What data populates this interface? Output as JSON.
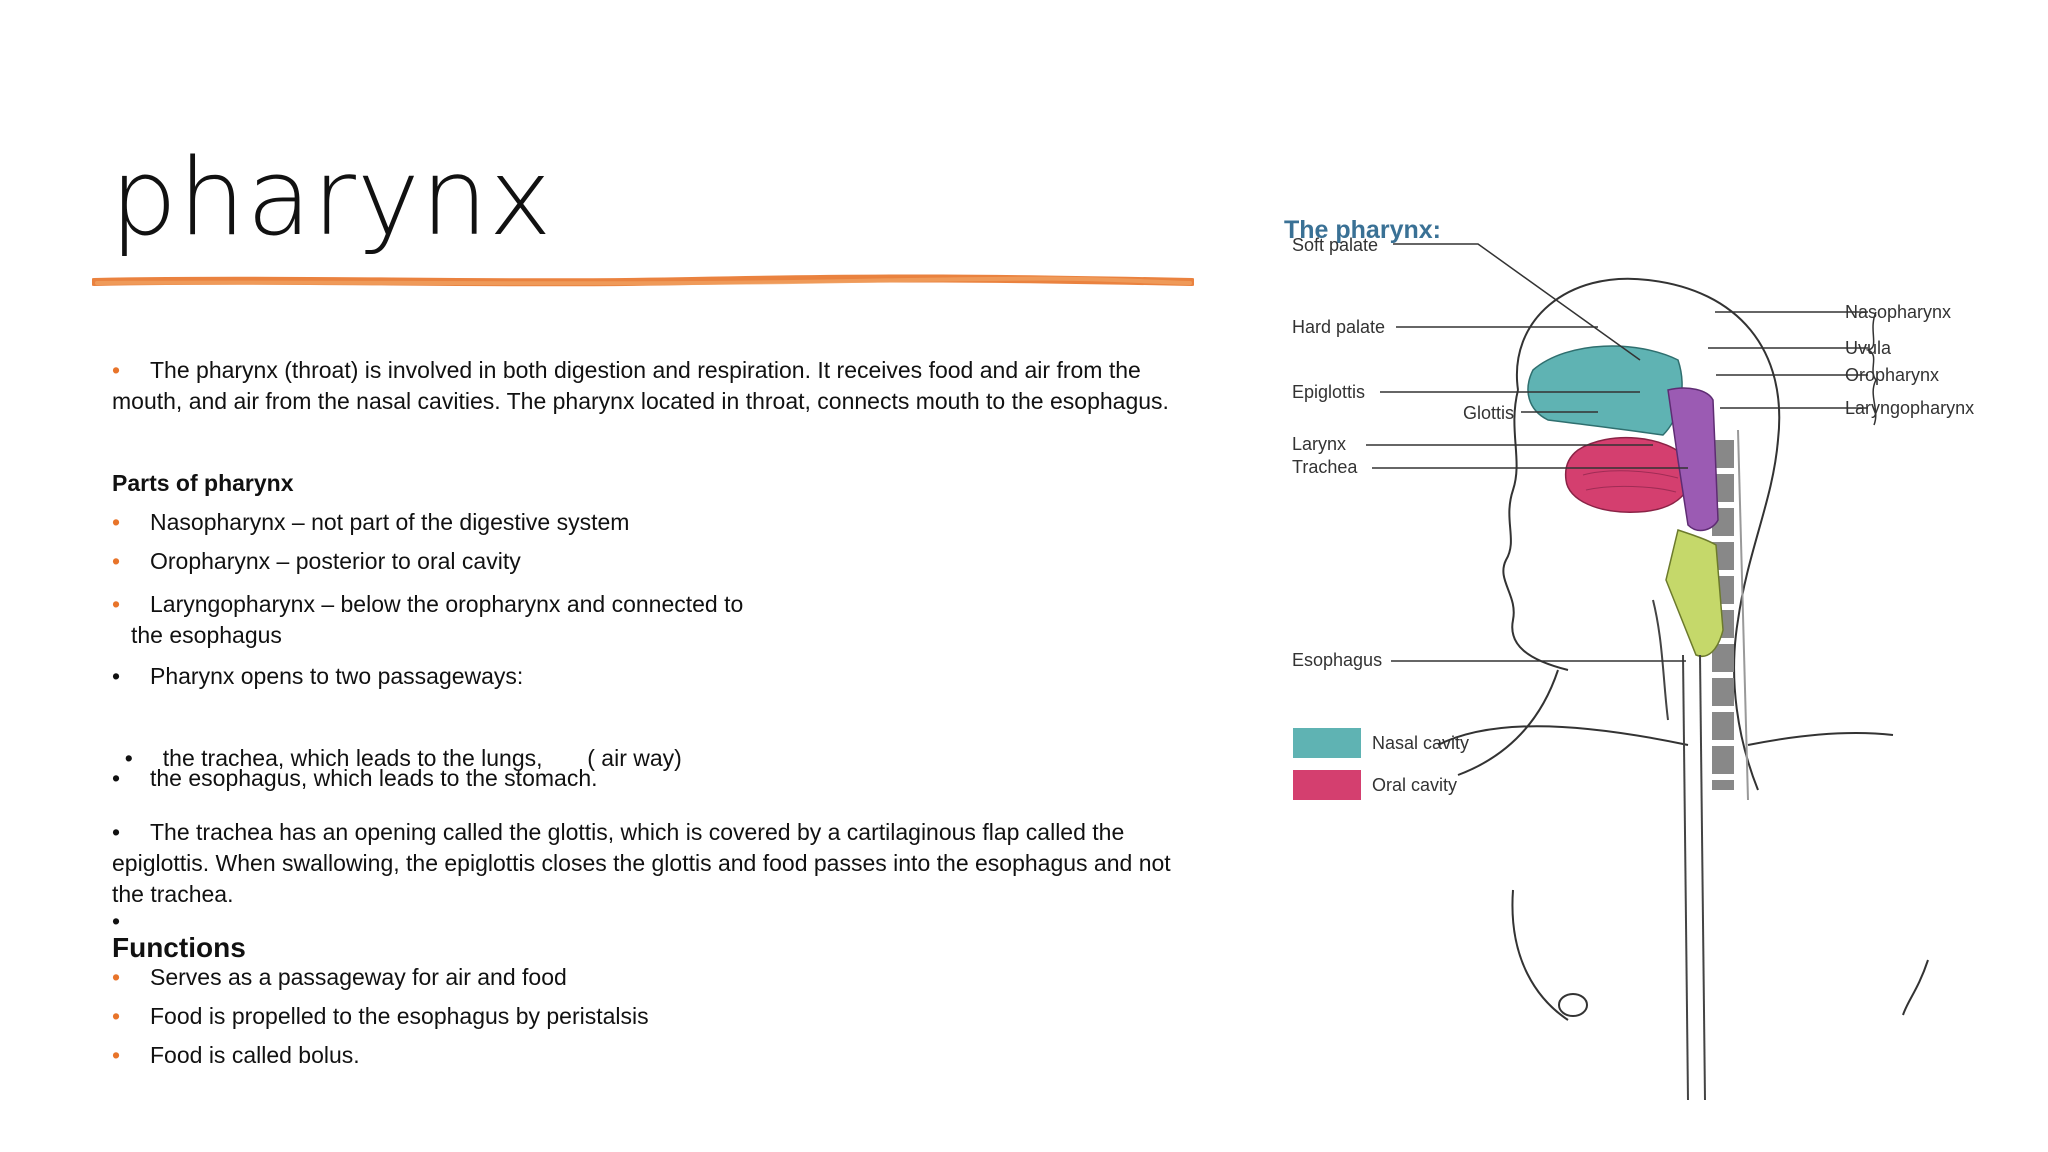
{
  "slide": {
    "title": "pharynx",
    "intro": "The pharynx (throat) is involved in both digestion and respiration. It receives food and air from the mouth, and air from the nasal cavities.  The pharynx located in throat, connects mouth to the esophagus.",
    "parts_heading": "Parts of pharynx",
    "parts": [
      "Nasopharynx – not part of the digestive system",
      "Oropharynx – posterior to oral cavity",
      "Laryngopharynx – below the oropharynx and connected to"
    ],
    "parts_cont": "the esophagus",
    "passage_items": [
      "Pharynx opens to two passageways:",
      "the trachea, which leads to the lungs,       ( air way)",
      "the esophagus, which leads to the stomach."
    ],
    "glottis_text": "The trachea has an opening called the glottis, which is covered by a cartilaginous flap called the epiglottis. When swallowing, the epiglottis closes the glottis and food passes into the esophagus and not the trachea.",
    "functions_heading": "Functions",
    "functions": [
      "Serves as a passageway for air and food",
      "Food is propelled to the esophagus by peristalsis",
      "Food is called bolus."
    ],
    "bullet_char": "•",
    "accent_color": "#e8742a"
  },
  "figure": {
    "title": "The pharynx:",
    "labels_left": [
      "Soft palate",
      "Hard palate",
      "Epiglottis",
      "Glottis",
      "Larynx",
      "Trachea",
      "Esophagus"
    ],
    "labels_right": [
      "Nasopharynx",
      "Uvula",
      "Oropharynx",
      "Laryngopharynx"
    ],
    "legend": [
      {
        "label": "Nasal cavity",
        "color": "#5fb3b3"
      },
      {
        "label": "Oral cavity",
        "color": "#d43f6f"
      }
    ],
    "region_colors": {
      "nasopharynx": "#9b5bb3",
      "laryngopharynx": "#c5d86a"
    }
  }
}
